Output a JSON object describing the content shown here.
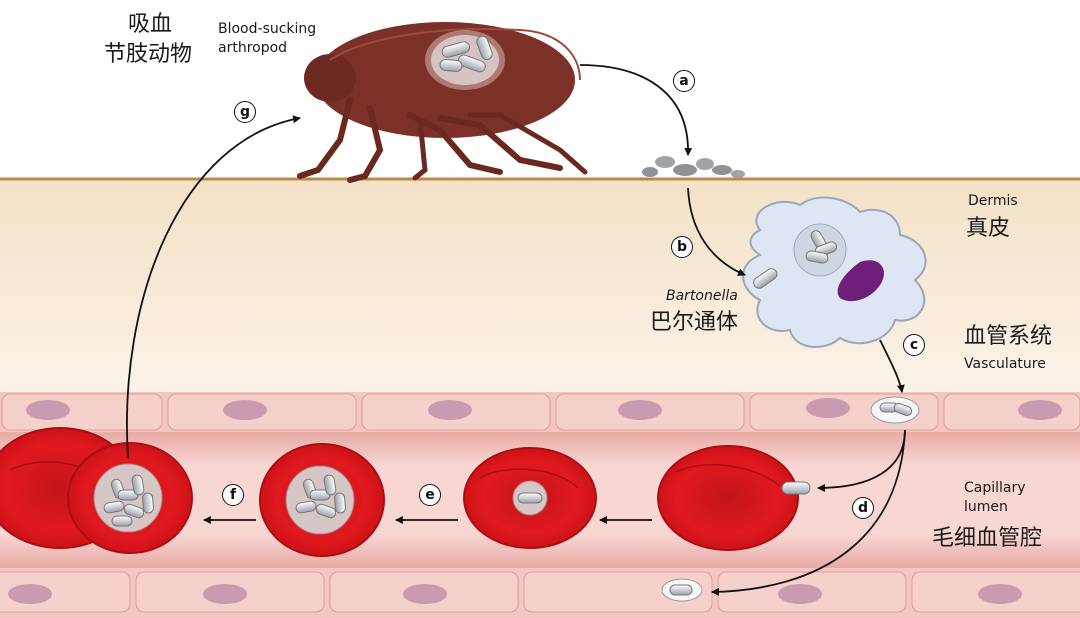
{
  "labels": {
    "arthropod_zh_1": "吸血",
    "arthropod_zh_2": "节肢动物",
    "arthropod_en_1": "Blood-sucking",
    "arthropod_en_2": "arthropod",
    "dermis_en": "Dermis",
    "dermis_zh": "真皮",
    "bartonella_en": "Bartonella",
    "bartonella_zh": "巴尔通体",
    "vasculature_zh": "血管系统",
    "vasculature_en": "Vasculature",
    "lumen_en_1": "Capillary",
    "lumen_en_2": "lumen",
    "lumen_zh": "毛细血管腔"
  },
  "steps": {
    "a": "a",
    "b": "b",
    "c": "c",
    "d": "d",
    "e": "e",
    "f": "f",
    "g": "g"
  },
  "colors": {
    "skin_top": "#f2e2c8",
    "skin_line": "#b7884a",
    "endothelium": "#f4c9c4",
    "nucleus": "#c99ab0",
    "lumen": "#f7cfcb",
    "rbc": "#d9171d",
    "rbc_dark": "#a80e12",
    "flea": "#7c3128",
    "macrophage": "#dde6f2",
    "macrophage_nucleus": "#6e1f7a",
    "bacteria": "#c8ccd4"
  }
}
